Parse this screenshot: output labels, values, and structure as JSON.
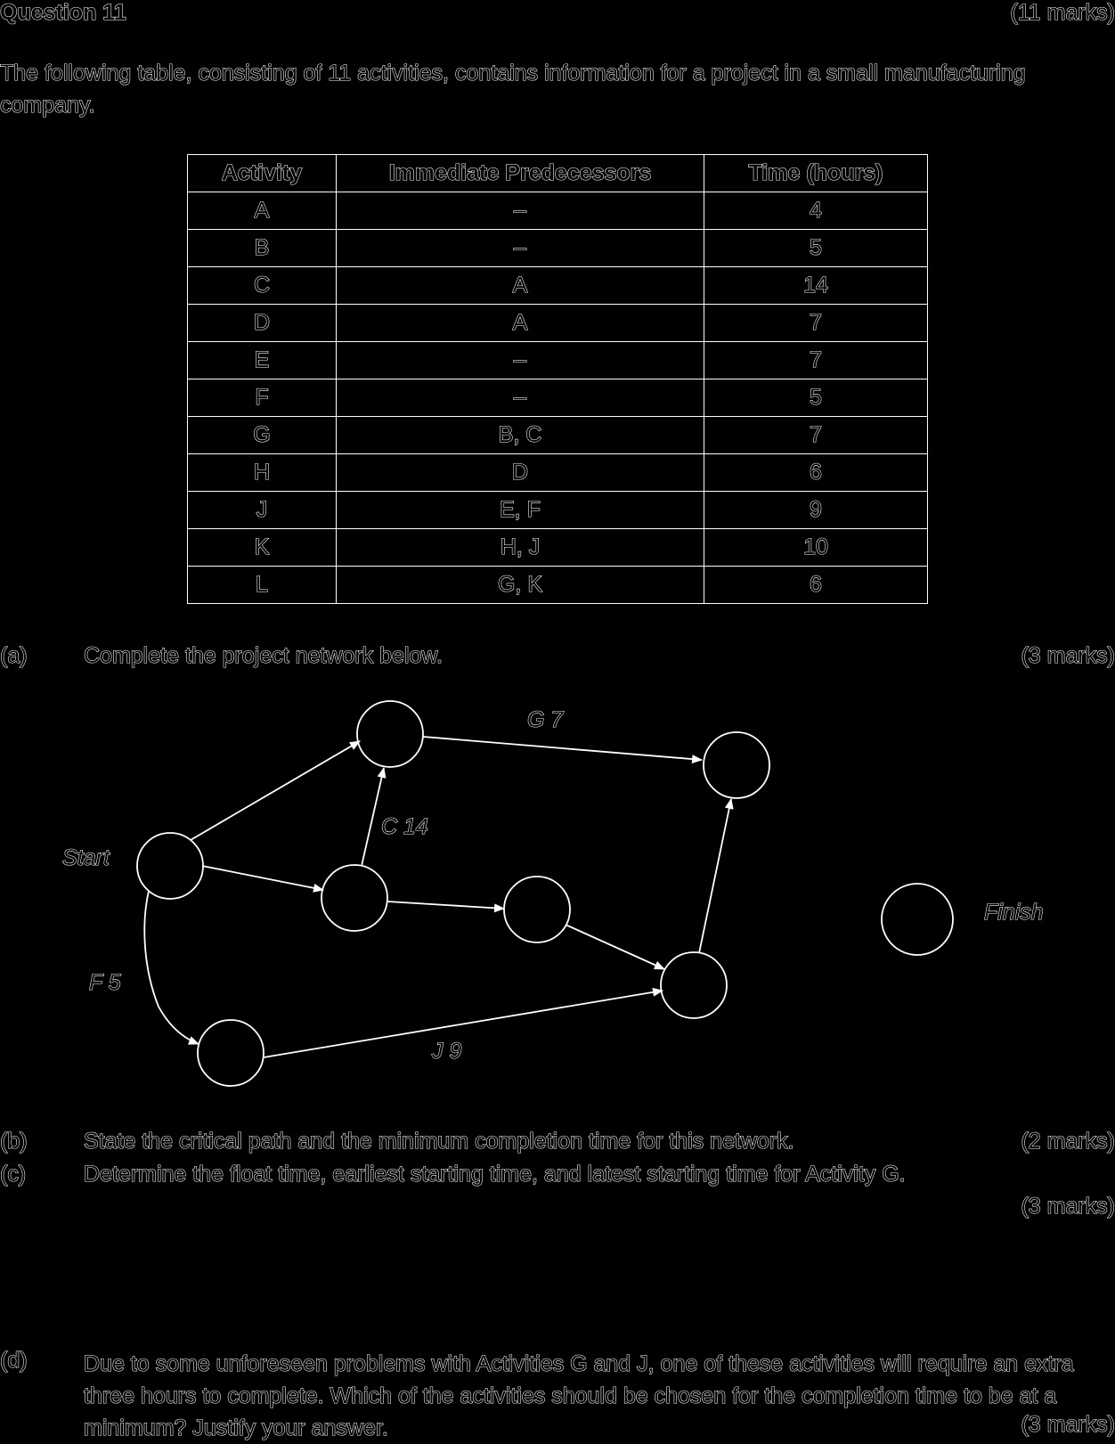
{
  "header": {
    "question_label": "Question 11",
    "total_marks": "(11 marks)"
  },
  "intro": "The following table, consisting of 11 activities, contains information for a project in a small manufacturing company.",
  "table": {
    "headers": [
      "Activity",
      "Immediate Predecessors",
      "Time (hours)"
    ],
    "rows": [
      [
        "A",
        "–",
        "4"
      ],
      [
        "B",
        "–",
        "5"
      ],
      [
        "C",
        "A",
        "14"
      ],
      [
        "D",
        "A",
        "7"
      ],
      [
        "E",
        "–",
        "7"
      ],
      [
        "F",
        "–",
        "5"
      ],
      [
        "G",
        "B, C",
        "7"
      ],
      [
        "H",
        "D",
        "6"
      ],
      [
        "J",
        "E, F",
        "9"
      ],
      [
        "K",
        "H, J",
        "10"
      ],
      [
        "L",
        "G, K",
        "6"
      ]
    ]
  },
  "parts": {
    "a": {
      "label": "(a)",
      "text": "Complete the project network below.",
      "marks": "(3 marks)"
    },
    "b": {
      "label": "(b)",
      "text": "State the critical path and the minimum completion time for this network.",
      "marks": "(2 marks)"
    },
    "c": {
      "label": "(c)",
      "text": "Determine the float time, earliest starting time, and latest starting time for Activity G.",
      "marks": "(3 marks)"
    },
    "d": {
      "label": "(d)",
      "text": "Due to some unforeseen problems with Activities G and J, one of these activities will require an extra three hours to complete. Which of the activities should be chosen for the completion time to be at a minimum? Justify your answer.",
      "marks": "(3 marks)"
    }
  },
  "network": {
    "start_label": "Start",
    "finish_label": "Finish",
    "edge_labels": {
      "g": "G 7",
      "c": "C 14",
      "f": "F 5",
      "j": "J 9"
    }
  }
}
